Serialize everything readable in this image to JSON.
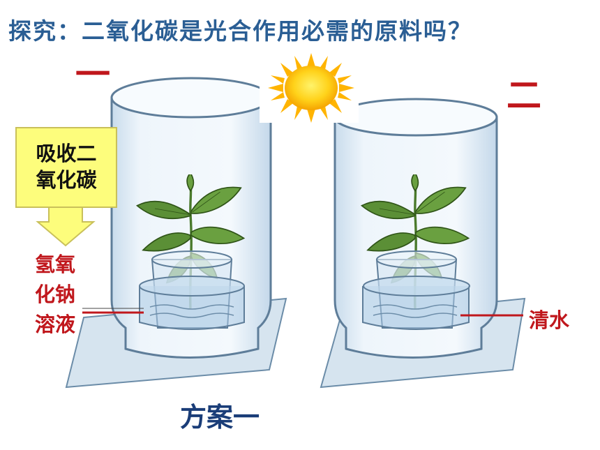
{
  "title": "探究：二氧化碳是光合作用必需的原料吗？",
  "setup_one_label": "一",
  "setup_two_label": "二",
  "callout": {
    "line1": "吸收二",
    "line2": "氧化碳"
  },
  "left_solution": {
    "line1": "氢氧",
    "line2": "化钠",
    "line3": "溶液"
  },
  "right_solution": "清水",
  "plan_label": "方案一",
  "colors": {
    "title": "#2a5e94",
    "label_red": "#c0171c",
    "callout_fill": "#fdfd7c",
    "plan": "#1a3d78"
  }
}
